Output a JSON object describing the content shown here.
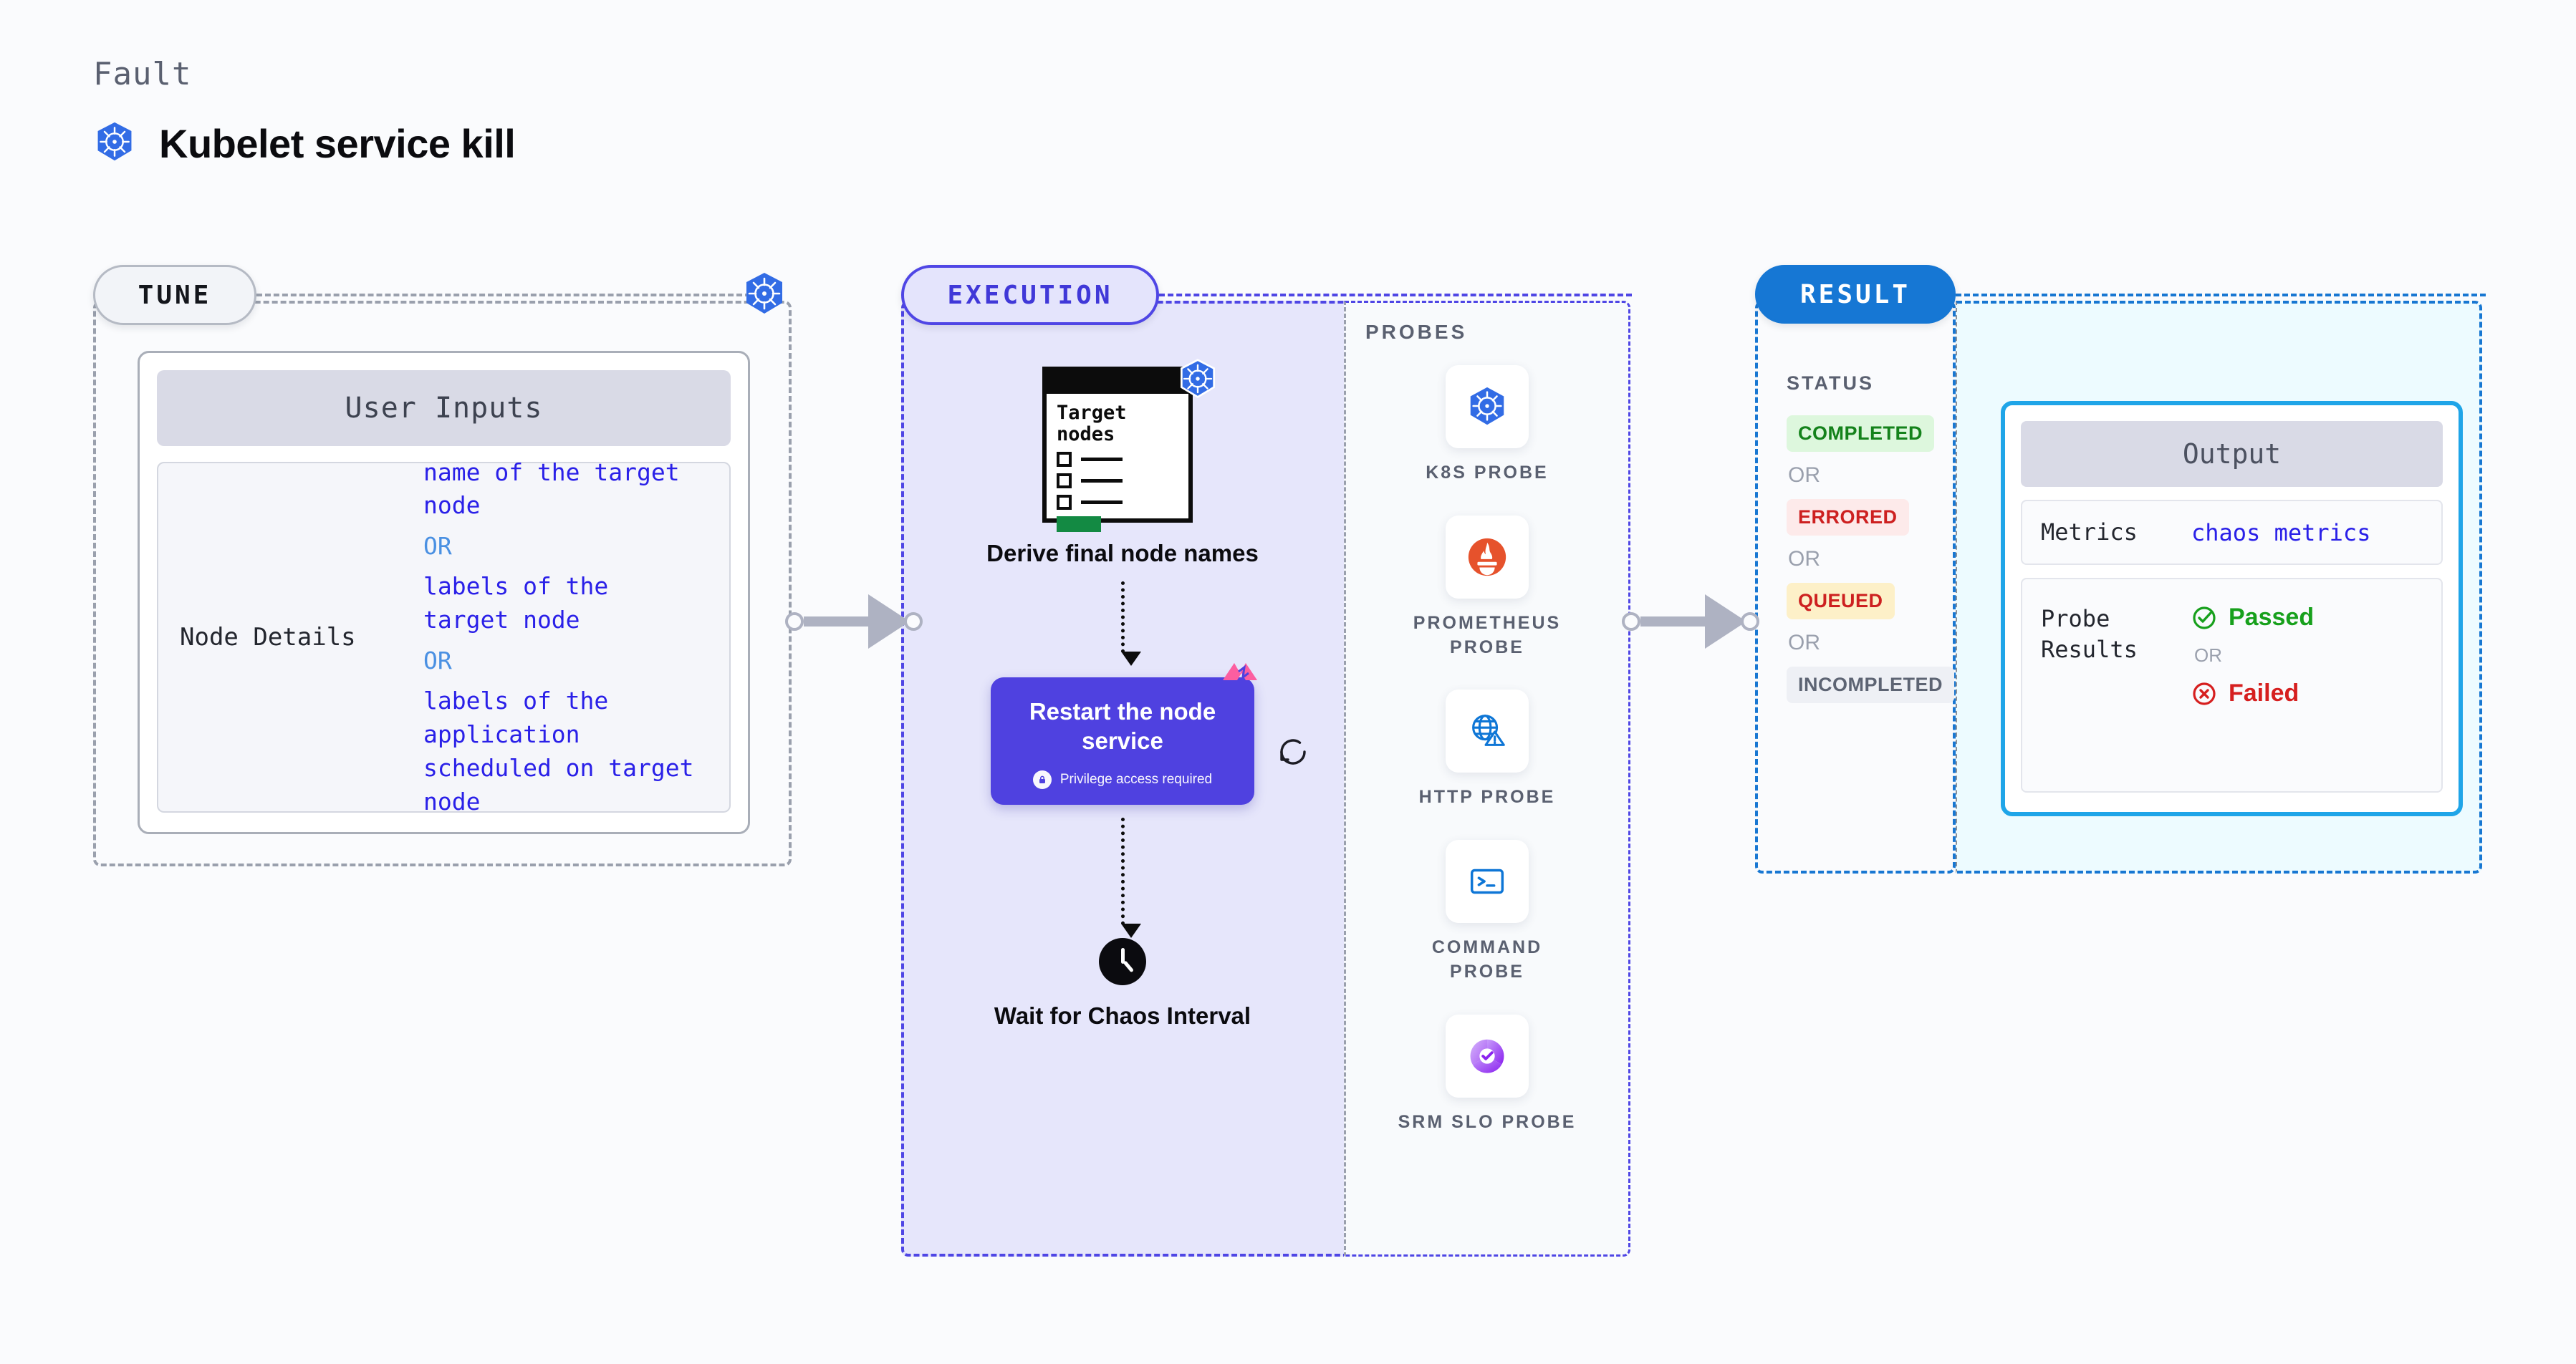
{
  "header": {
    "eyebrow": "Fault",
    "title": "Kubelet service kill",
    "icon": "kubernetes-icon"
  },
  "tune": {
    "pill_label": "TUNE",
    "badge_icon": "kubernetes-icon",
    "card": {
      "header": "User Inputs",
      "field_label": "Node Details",
      "values": [
        "name of the target node",
        "labels of the target node",
        "labels of the application scheduled on target node"
      ],
      "separator": "OR"
    }
  },
  "execution": {
    "pill_label": "EXECUTION",
    "target_nodes": {
      "heading_line1": "Target",
      "heading_line2": "nodes",
      "badge_icon": "kubernetes-icon"
    },
    "steps": [
      {
        "caption": "Derive final node names"
      },
      {
        "caption": "Restart the node service",
        "note": "Privilege access required",
        "note_icon": "lock-icon",
        "corner_icon": "harness-icon",
        "retry_icon": "retry-icon"
      },
      {
        "caption": "Wait for Chaos Interval",
        "icon": "clock-icon"
      }
    ]
  },
  "probes": {
    "title": "PROBES",
    "items": [
      {
        "label": "K8S PROBE",
        "icon": "kubernetes-icon"
      },
      {
        "label": "PROMETHEUS PROBE",
        "icon": "prometheus-icon"
      },
      {
        "label": "HTTP PROBE",
        "icon": "globe-warning-icon"
      },
      {
        "label": "COMMAND PROBE",
        "icon": "terminal-icon"
      },
      {
        "label": "SRM SLO PROBE",
        "icon": "srm-slo-icon"
      }
    ]
  },
  "result": {
    "pill_label": "RESULT",
    "status_title": "STATUS",
    "or_label": "OR",
    "statuses": [
      {
        "label": "COMPLETED",
        "style": "completed"
      },
      {
        "label": "ERRORED",
        "style": "errored"
      },
      {
        "label": "QUEUED",
        "style": "queued"
      },
      {
        "label": "INCOMPLETED",
        "style": "incompleted"
      }
    ]
  },
  "output": {
    "header": "Output",
    "metrics_label": "Metrics",
    "metrics_value": "chaos metrics",
    "probe_results_label": "Probe Results",
    "passed_label": "Passed",
    "failed_label": "Failed",
    "or_label": "OR"
  },
  "colors": {
    "accent_indigo": "#4f46e5",
    "accent_blue": "#1677d4",
    "kubernetes_blue": "#326ce5",
    "pass_green": "#17a01c",
    "fail_red": "#d61f1f",
    "queued_amber": "#fdf0c8",
    "card_purple": "#4f41e0",
    "pink": "#fc5ea0"
  }
}
